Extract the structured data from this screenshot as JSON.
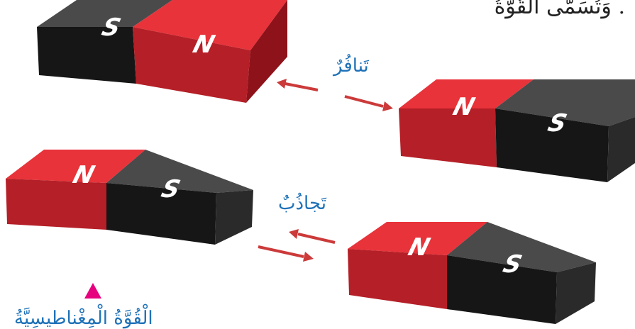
{
  "header_text": ". وَتُسَمّى القُوَّةُ",
  "labels": {
    "repulsion": "تَنافُرٌ",
    "attraction": "تَجاذُبٌ"
  },
  "footer_text": "الْقُوَّةُ الْمِغْناطيسِيَّةُ",
  "poles": {
    "north": "N",
    "south": "S"
  },
  "colors": {
    "north": "#e0262d",
    "south": "#3c3c3c",
    "label_text": "#1f72b8",
    "arrow": "#cc3a3a",
    "marker": "#e6007e"
  }
}
